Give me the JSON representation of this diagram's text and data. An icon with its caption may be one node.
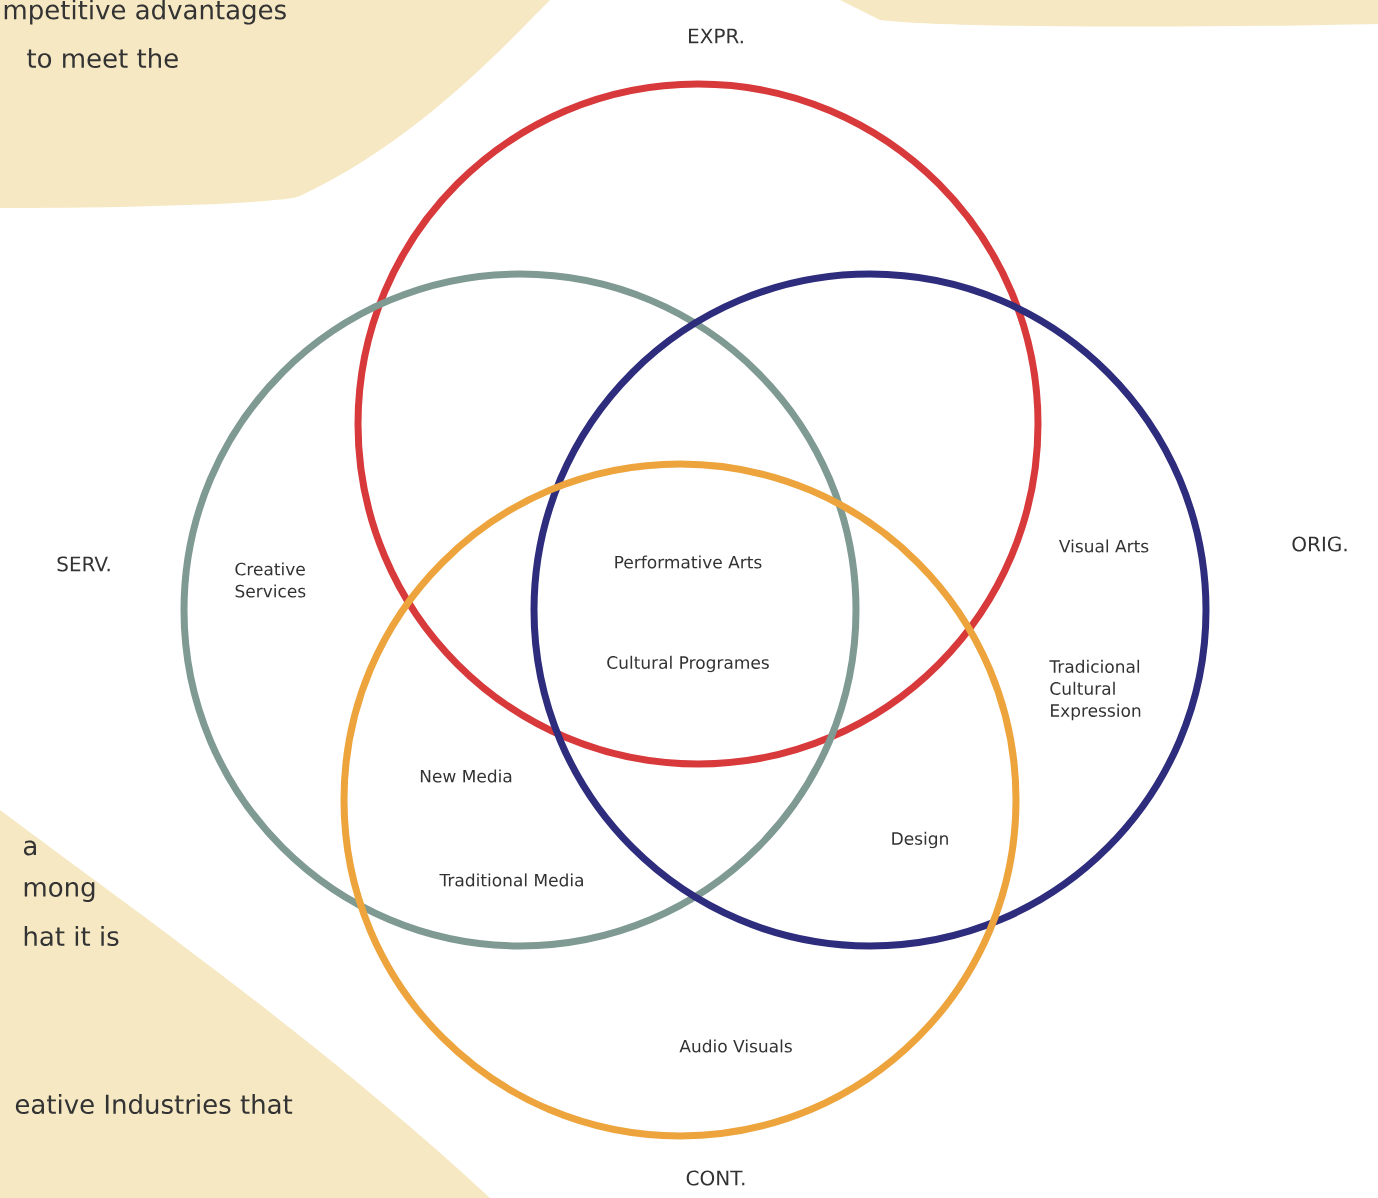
{
  "diagram": {
    "nodes": [
      {
        "text": [
          "EXPR."
        ]
      },
      {
        "text": [
          "SERV."
        ]
      },
      {
        "text": [
          "ORIG."
        ]
      },
      {
        "text": [
          "CONT."
        ]
      }
    ],
    "labels": [
      "mpetitive advantages",
      "to meet the",
      "Creative Services",
      "Performative Arts",
      "Visual Arts",
      "Cultural Programes",
      "Tradicional Cultural Expression",
      "New Media",
      "Design",
      "a",
      "mong",
      "Traditional Media",
      "hat it is",
      "Audio Visuals",
      "eative Industries that"
    ]
  }
}
